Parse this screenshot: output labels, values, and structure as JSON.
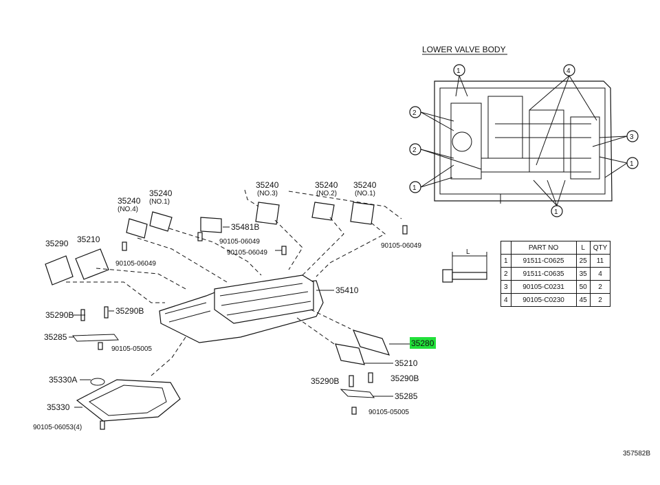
{
  "title": "LOWER VALVE BODY",
  "diagram_code": "357582B",
  "labels": {
    "p35290_a": "35290",
    "p35210_a": "35210",
    "p35240_no4_num": "35240",
    "p35240_no4_sub": "(NO.4)",
    "p35240_no1a_num": "35240",
    "p35240_no1a_sub": "(NO.1)",
    "p35240_no3_num": "35240",
    "p35240_no3_sub": "(NO.3)",
    "p35240_no2_num": "35240",
    "p35240_no2_sub": "(NO.2)",
    "p35240_no1b_num": "35240",
    "p35240_no1b_sub": "(NO.1)",
    "p35481b": "35481B",
    "b06049_a": "90105-06049",
    "b06049_b": "90105-06049",
    "b06049_c": "90105-06049",
    "b06049_d": "90105-06049",
    "p35410": "35410",
    "p35290b_a": "35290B",
    "p35290b_b": "35290B",
    "p35285_a": "35285",
    "b05005_a": "90105-05005",
    "p35330a": "35330A",
    "p35330": "35330",
    "b06053": "90105-06053(4)",
    "p35280": "35280",
    "p35210_b": "35210",
    "p35290b_c": "35290B",
    "p35290b_d": "35290B",
    "p35285_b": "35285",
    "b05005_b": "90105-05005",
    "bolt_dim": "L",
    "callout_1": "1",
    "callout_2": "2",
    "callout_3": "3",
    "callout_4": "4"
  },
  "table": {
    "headers": [
      "",
      "PART NO",
      "L",
      "QTY"
    ],
    "rows": [
      [
        "1",
        "91511-C0625",
        "25",
        "11"
      ],
      [
        "2",
        "91511-C0635",
        "35",
        "4"
      ],
      [
        "3",
        "90105-C0231",
        "50",
        "2"
      ],
      [
        "4",
        "90105-C0230",
        "45",
        "2"
      ]
    ]
  },
  "colors": {
    "highlight": "#22e03a",
    "ink": "#111111"
  }
}
